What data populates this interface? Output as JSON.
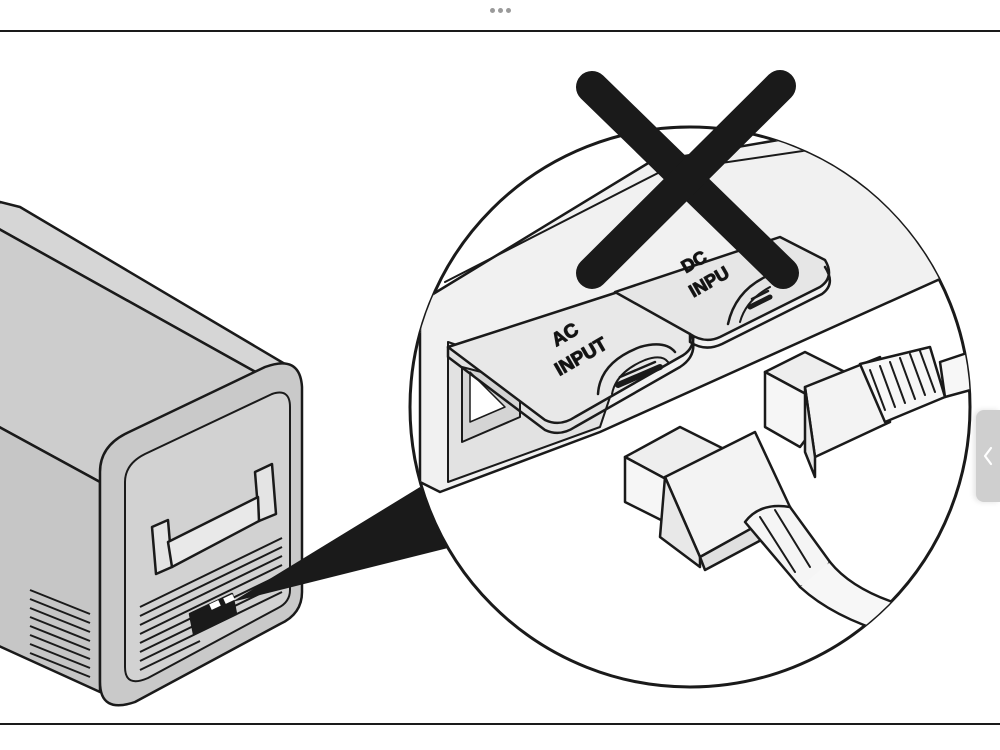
{
  "illustration": {
    "ac_label_line1": "AC",
    "ac_label_line2": "INPUT",
    "dc_label_line1": "DC",
    "dc_label_line2": "INPU"
  },
  "icons": {
    "top_handle": "more-horizontal-icon",
    "side_tab": "chevron-left-icon",
    "prohibited": "x-mark-icon"
  },
  "colors": {
    "unit_body": "#c8c8c8",
    "outline": "#1a1a1a",
    "panel": "#efefef"
  }
}
